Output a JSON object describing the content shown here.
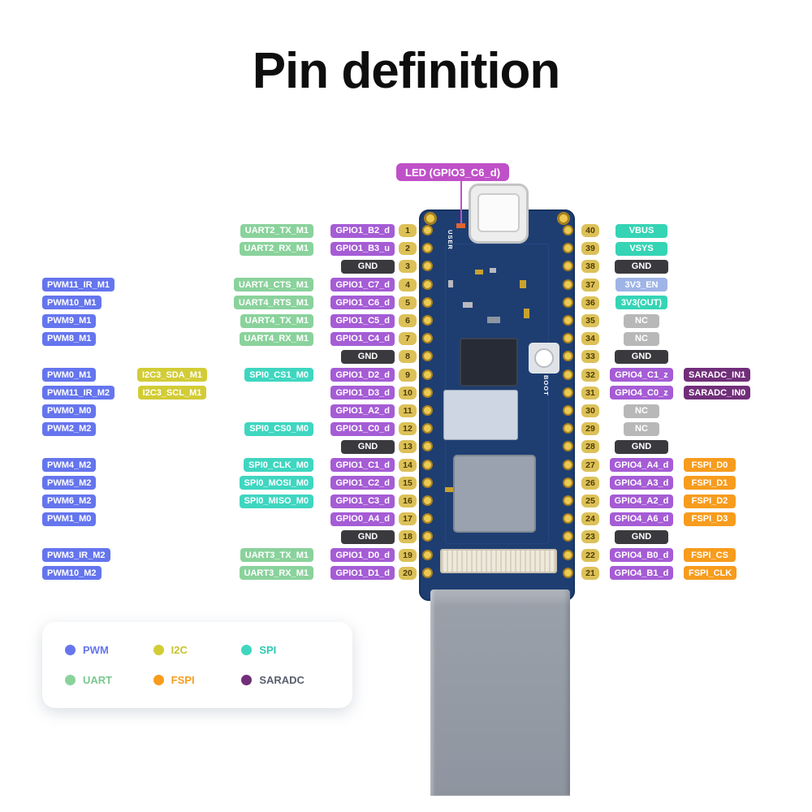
{
  "title": "Pin definition",
  "led_label": "LED (GPIO3_C6_d)",
  "board": {
    "user_label": "USER",
    "boot_label": "BOOT"
  },
  "colors": {
    "pwm": "#6575ee",
    "uart": "#8ad29c",
    "i2c": "#d2cc36",
    "spi": "#3fd6c0",
    "fspi": "#f79c1d",
    "saradc": "#712e79",
    "gpio": "#a55cd5",
    "gnd": "#3a3a3e",
    "nc": "#b8b8b8",
    "power": "#35d4b5",
    "v3en": "#9fb4e6",
    "led": "#c050c8"
  },
  "legend": {
    "items": [
      {
        "label": "PWM",
        "type": "pwm",
        "label_color": "#6575ee"
      },
      {
        "label": "I2C",
        "type": "i2c",
        "label_color": "#c8c22e"
      },
      {
        "label": "SPI",
        "type": "spi",
        "label_color": "#2fc9b2"
      },
      {
        "label": "UART",
        "type": "uart",
        "label_color": "#79c98e"
      },
      {
        "label": "FSPI",
        "type": "fspi",
        "label_color": "#f79c1d"
      },
      {
        "label": "SARADC",
        "type": "saradc",
        "label_color": "#5b5e6e"
      }
    ]
  },
  "pins": {
    "left": [
      {
        "num": "1",
        "badges": [
          {
            "col": 3,
            "text": "UART2_TX_M1",
            "type": "uart"
          },
          {
            "col": 4,
            "text": "GPIO1_B2_d",
            "type": "gpio"
          }
        ]
      },
      {
        "num": "2",
        "badges": [
          {
            "col": 3,
            "text": "UART2_RX_M1",
            "type": "uart"
          },
          {
            "col": 4,
            "text": "GPIO1_B3_u",
            "type": "gpio"
          }
        ]
      },
      {
        "num": "3",
        "badges": [
          {
            "col": 4,
            "text": "GND",
            "type": "gnd"
          }
        ]
      },
      {
        "num": "4",
        "badges": [
          {
            "col": 1,
            "text": "PWM11_IR_M1",
            "type": "pwm"
          },
          {
            "col": 3,
            "text": "UART4_CTS_M1",
            "type": "uart"
          },
          {
            "col": 4,
            "text": "GPIO1_C7_d",
            "type": "gpio"
          }
        ]
      },
      {
        "num": "5",
        "badges": [
          {
            "col": 1,
            "text": "PWM10_M1",
            "type": "pwm"
          },
          {
            "col": 3,
            "text": "UART4_RTS_M1",
            "type": "uart"
          },
          {
            "col": 4,
            "text": "GPIO1_C6_d",
            "type": "gpio"
          }
        ]
      },
      {
        "num": "6",
        "badges": [
          {
            "col": 1,
            "text": "PWM9_M1",
            "type": "pwm"
          },
          {
            "col": 3,
            "text": "UART4_TX_M1",
            "type": "uart"
          },
          {
            "col": 4,
            "text": "GPIO1_C5_d",
            "type": "gpio"
          }
        ]
      },
      {
        "num": "7",
        "badges": [
          {
            "col": 1,
            "text": "PWM8_M1",
            "type": "pwm"
          },
          {
            "col": 3,
            "text": "UART4_RX_M1",
            "type": "uart"
          },
          {
            "col": 4,
            "text": "GPIO1_C4_d",
            "type": "gpio"
          }
        ]
      },
      {
        "num": "8",
        "badges": [
          {
            "col": 4,
            "text": "GND",
            "type": "gnd"
          }
        ]
      },
      {
        "num": "9",
        "badges": [
          {
            "col": 1,
            "text": "PWM0_M1",
            "type": "pwm"
          },
          {
            "col": 2,
            "text": "I2C3_SDA_M1",
            "type": "i2c"
          },
          {
            "col": 3,
            "text": "SPI0_CS1_M0",
            "type": "spi"
          },
          {
            "col": 4,
            "text": "GPIO1_D2_d",
            "type": "gpio"
          }
        ]
      },
      {
        "num": "10",
        "badges": [
          {
            "col": 1,
            "text": "PWM11_IR_M2",
            "type": "pwm"
          },
          {
            "col": 2,
            "text": "I2C3_SCL_M1",
            "type": "i2c"
          },
          {
            "col": 4,
            "text": "GPIO1_D3_d",
            "type": "gpio"
          }
        ]
      },
      {
        "num": "11",
        "badges": [
          {
            "col": 1,
            "text": "PWM0_M0",
            "type": "pwm"
          },
          {
            "col": 4,
            "text": "GPIO1_A2_d",
            "type": "gpio"
          }
        ]
      },
      {
        "num": "12",
        "badges": [
          {
            "col": 1,
            "text": "PWM2_M2",
            "type": "pwm"
          },
          {
            "col": 3,
            "text": "SPI0_CS0_M0",
            "type": "spi"
          },
          {
            "col": 4,
            "text": "GPIO1_C0_d",
            "type": "gpio"
          }
        ]
      },
      {
        "num": "13",
        "badges": [
          {
            "col": 4,
            "text": "GND",
            "type": "gnd"
          }
        ]
      },
      {
        "num": "14",
        "badges": [
          {
            "col": 1,
            "text": "PWM4_M2",
            "type": "pwm"
          },
          {
            "col": 3,
            "text": "SPI0_CLK_M0",
            "type": "spi"
          },
          {
            "col": 4,
            "text": "GPIO1_C1_d",
            "type": "gpio"
          }
        ]
      },
      {
        "num": "15",
        "badges": [
          {
            "col": 1,
            "text": "PWM5_M2",
            "type": "pwm"
          },
          {
            "col": 3,
            "text": "SPI0_MOSI_M0",
            "type": "spi"
          },
          {
            "col": 4,
            "text": "GPIO1_C2_d",
            "type": "gpio"
          }
        ]
      },
      {
        "num": "16",
        "badges": [
          {
            "col": 1,
            "text": "PWM6_M2",
            "type": "pwm"
          },
          {
            "col": 3,
            "text": "SPI0_MISO_M0",
            "type": "spi"
          },
          {
            "col": 4,
            "text": "GPIO1_C3_d",
            "type": "gpio"
          }
        ]
      },
      {
        "num": "17",
        "badges": [
          {
            "col": 1,
            "text": "PWM1_M0",
            "type": "pwm"
          },
          {
            "col": 4,
            "text": "GPIO0_A4_d",
            "type": "gpio"
          }
        ]
      },
      {
        "num": "18",
        "badges": [
          {
            "col": 4,
            "text": "GND",
            "type": "gnd"
          }
        ]
      },
      {
        "num": "19",
        "badges": [
          {
            "col": 1,
            "text": "PWM3_IR_M2",
            "type": "pwm"
          },
          {
            "col": 3,
            "text": "UART3_TX_M1",
            "type": "uart"
          },
          {
            "col": 4,
            "text": "GPIO1_D0_d",
            "type": "gpio"
          }
        ]
      },
      {
        "num": "20",
        "badges": [
          {
            "col": 1,
            "text": "PWM10_M2",
            "type": "pwm"
          },
          {
            "col": 3,
            "text": "UART3_RX_M1",
            "type": "uart"
          },
          {
            "col": 4,
            "text": "GPIO1_D1_d",
            "type": "gpio"
          }
        ]
      }
    ],
    "right": [
      {
        "num": "40",
        "badges": [
          {
            "col": 1,
            "text": "VBUS",
            "type": "power"
          }
        ]
      },
      {
        "num": "39",
        "badges": [
          {
            "col": 1,
            "text": "VSYS",
            "type": "power"
          }
        ]
      },
      {
        "num": "38",
        "badges": [
          {
            "col": 1,
            "text": "GND",
            "type": "gnd"
          }
        ]
      },
      {
        "num": "37",
        "badges": [
          {
            "col": 1,
            "text": "3V3_EN",
            "type": "v3en"
          }
        ]
      },
      {
        "num": "36",
        "badges": [
          {
            "col": 1,
            "text": "3V3(OUT)",
            "type": "power"
          }
        ]
      },
      {
        "num": "35",
        "badges": [
          {
            "col": 1,
            "text": "NC",
            "type": "nc"
          }
        ]
      },
      {
        "num": "34",
        "badges": [
          {
            "col": 1,
            "text": "NC",
            "type": "nc"
          }
        ]
      },
      {
        "num": "33",
        "badges": [
          {
            "col": 1,
            "text": "GND",
            "type": "gnd"
          }
        ]
      },
      {
        "num": "32",
        "badges": [
          {
            "col": 1,
            "text": "GPIO4_C1_z",
            "type": "gpio"
          },
          {
            "col": 2,
            "text": "SARADC_IN1",
            "type": "saradc"
          }
        ]
      },
      {
        "num": "31",
        "badges": [
          {
            "col": 1,
            "text": "GPIO4_C0_z",
            "type": "gpio"
          },
          {
            "col": 2,
            "text": "SARADC_IN0",
            "type": "saradc"
          }
        ]
      },
      {
        "num": "30",
        "badges": [
          {
            "col": 1,
            "text": "NC",
            "type": "nc"
          }
        ]
      },
      {
        "num": "29",
        "badges": [
          {
            "col": 1,
            "text": "NC",
            "type": "nc"
          }
        ]
      },
      {
        "num": "28",
        "badges": [
          {
            "col": 1,
            "text": "GND",
            "type": "gnd"
          }
        ]
      },
      {
        "num": "27",
        "badges": [
          {
            "col": 1,
            "text": "GPIO4_A4_d",
            "type": "gpio"
          },
          {
            "col": 2,
            "text": "FSPI_D0",
            "type": "fspi"
          }
        ]
      },
      {
        "num": "26",
        "badges": [
          {
            "col": 1,
            "text": "GPIO4_A3_d",
            "type": "gpio"
          },
          {
            "col": 2,
            "text": "FSPI_D1",
            "type": "fspi"
          }
        ]
      },
      {
        "num": "25",
        "badges": [
          {
            "col": 1,
            "text": "GPIO4_A2_d",
            "type": "gpio"
          },
          {
            "col": 2,
            "text": "FSPI_D2",
            "type": "fspi"
          }
        ]
      },
      {
        "num": "24",
        "badges": [
          {
            "col": 1,
            "text": "GPIO4_A6_d",
            "type": "gpio"
          },
          {
            "col": 2,
            "text": "FSPI_D3",
            "type": "fspi"
          }
        ]
      },
      {
        "num": "23",
        "badges": [
          {
            "col": 1,
            "text": "GND",
            "type": "gnd"
          }
        ]
      },
      {
        "num": "22",
        "badges": [
          {
            "col": 1,
            "text": "GPIO4_B0_d",
            "type": "gpio"
          },
          {
            "col": 2,
            "text": "FSPI_CS",
            "type": "fspi"
          }
        ]
      },
      {
        "num": "21",
        "badges": [
          {
            "col": 1,
            "text": "GPIO4_B1_d",
            "type": "gpio"
          },
          {
            "col": 2,
            "text": "FSPI_CLK",
            "type": "fspi"
          }
        ]
      }
    ]
  }
}
